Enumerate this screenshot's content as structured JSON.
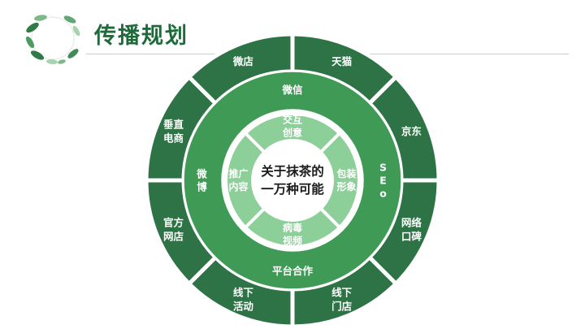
{
  "header": {
    "title": "传播规划"
  },
  "diagram": {
    "center": [
      "关于抹茶的",
      "一万种可能"
    ],
    "inner": [
      {
        "lines": [
          "交互",
          "创意"
        ]
      },
      {
        "lines": [
          "包装",
          "形象"
        ]
      },
      {
        "lines": [
          "病毒",
          "视频"
        ]
      },
      {
        "lines": [
          "推广",
          "内容"
        ]
      }
    ],
    "middle": [
      {
        "lines": [
          "微信"
        ],
        "vertical": false
      },
      {
        "lines": [
          "S",
          "E",
          "o"
        ],
        "vertical": true
      },
      {
        "lines": [
          "平台合作"
        ],
        "vertical": false
      },
      {
        "lines": [
          "微",
          "博"
        ],
        "vertical": true
      }
    ],
    "outer": [
      {
        "lines": [
          "天猫"
        ]
      },
      {
        "lines": [
          "京东"
        ]
      },
      {
        "lines": [
          "网络",
          "口碑"
        ]
      },
      {
        "lines": [
          "线下",
          "门店"
        ]
      },
      {
        "lines": [
          "线下",
          "活动"
        ]
      },
      {
        "lines": [
          "官方",
          "网店"
        ]
      },
      {
        "lines": [
          "垂直",
          "电商"
        ]
      },
      {
        "lines": [
          "微店"
        ]
      }
    ]
  },
  "colors": {
    "outer": "#2d7345",
    "middle": "#3f9a56",
    "inner": "#8ccf98",
    "center": "#ffffff",
    "title": "#1e6a3b",
    "text": "#ffffff",
    "center_text": "#1b1b1b"
  }
}
